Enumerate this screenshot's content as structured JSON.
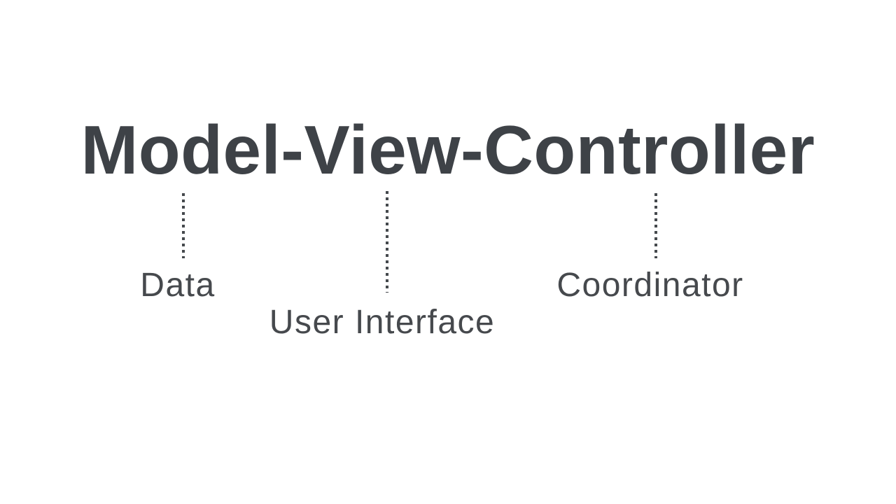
{
  "diagram": {
    "title": "Model-View-Controller",
    "colors": {
      "background": "#ffffff",
      "title_text": "#3e4247",
      "label_text": "#46494d",
      "connector": "#45494d"
    },
    "nodes": [
      {
        "term": "Model",
        "meaning": "Data"
      },
      {
        "term": "View",
        "meaning": "User Interface"
      },
      {
        "term": "Controller",
        "meaning": "Coordinator"
      }
    ]
  }
}
